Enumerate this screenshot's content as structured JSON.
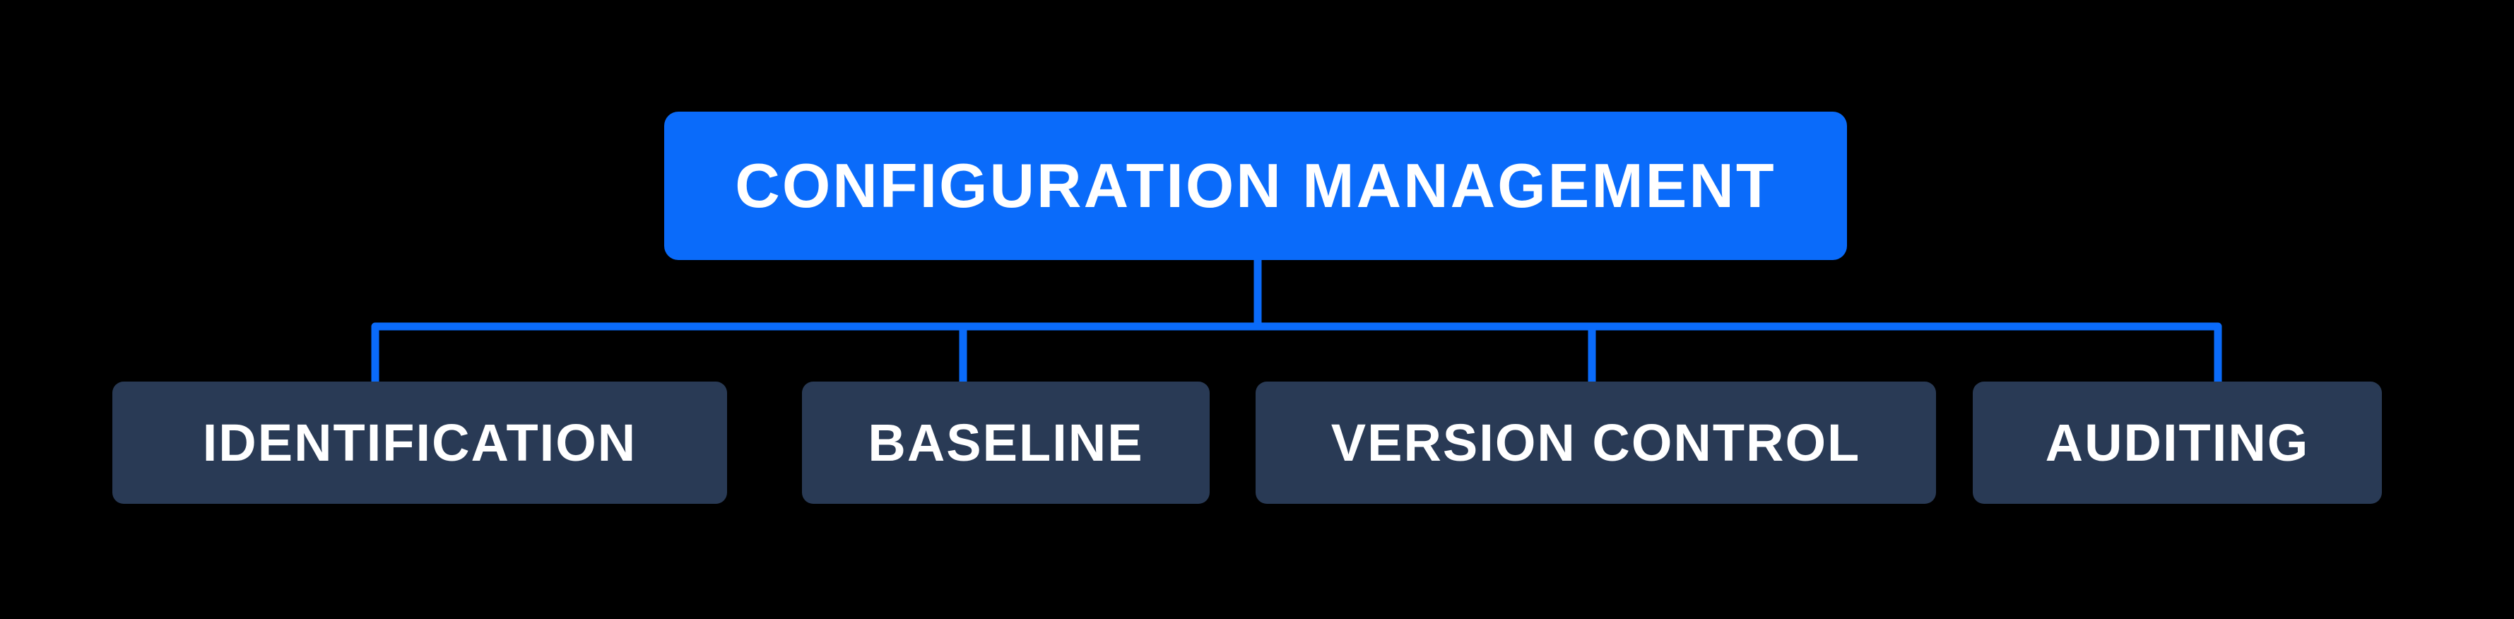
{
  "diagram": {
    "root": {
      "label": "CONFIGURATION MANAGEMENT"
    },
    "children": [
      {
        "label": "IDENTIFICATION"
      },
      {
        "label": "BASELINE"
      },
      {
        "label": "VERSION CONTROL"
      },
      {
        "label": "AUDITING"
      }
    ]
  },
  "colors": {
    "background": "#000000",
    "accent_blue": "#0a6bfa",
    "node_navy": "#293a55",
    "text_white": "#ffffff"
  }
}
